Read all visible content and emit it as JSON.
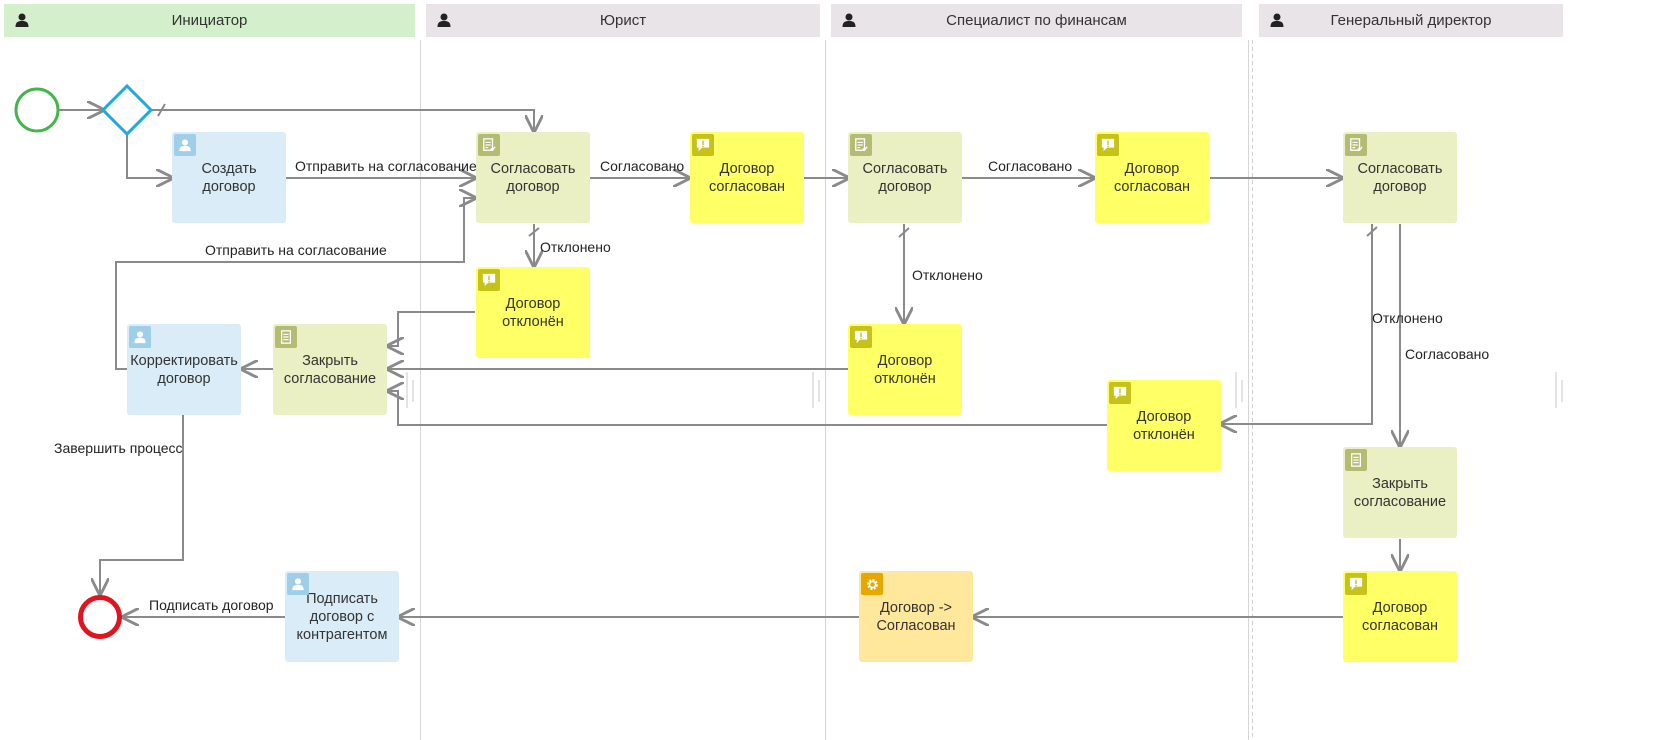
{
  "lanes": [
    {
      "title": "Инициатор",
      "color": "#d4efcb"
    },
    {
      "title": "Юрист",
      "color": "#e8e4e8"
    },
    {
      "title": "Специалист по финансам",
      "color": "#e8e4e8"
    },
    {
      "title": "Генеральный директор",
      "color": "#e8e4e8"
    }
  ],
  "tasks": {
    "create": "Создать\nдоговор",
    "legal_approve": "Согласовать\nдоговор",
    "legal_approved": "Договор\nсогласован",
    "legal_rejected": "Договор\nотклонён",
    "fin_approve": "Согласовать\nдоговор",
    "fin_approved": "Договор\nсогласован",
    "fin_rejected": "Договор\nотклонён",
    "ceo_approve": "Согласовать\nдоговор",
    "ceo_rejected": "Договор\nотклонён",
    "ceo_close": "Закрыть\nсогласование",
    "ceo_approved": "Договор\nсогласован",
    "close": "Закрыть\nсогласование",
    "correct": "Корректировать\nдоговор",
    "sign": "Подписать\nдоговор с\nконтрагентом",
    "set_status": "Договор ->\nСогласован"
  },
  "flows": {
    "send1": "Отправить на согласование",
    "send2": "Отправить на согласование",
    "approved1": "Согласовано",
    "approved2": "Согласовано",
    "approved3": "Согласовано",
    "rejected1": "Отклонено",
    "rejected2": "Отклонено",
    "rejected3": "Отклонено",
    "finish": "Завершить процесс",
    "sign": "Подписать договор"
  },
  "colors": {
    "start_event": "#44b54a",
    "end_event": "#e0141e",
    "gateway": "#1fa9e1",
    "connector": "#8a8a8a"
  }
}
